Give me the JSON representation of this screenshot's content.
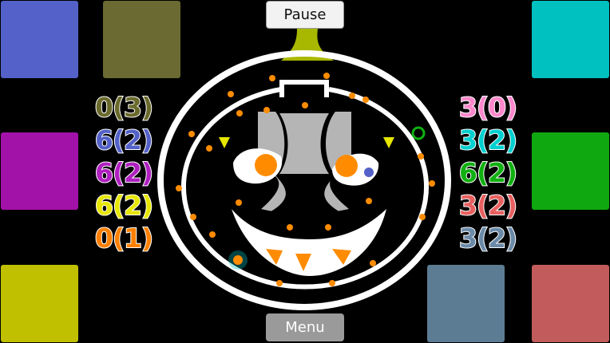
{
  "buttons": {
    "pause_label": "Pause",
    "menu_label": "Menu"
  },
  "pads": {
    "left": [
      {
        "color": "#5361c8"
      },
      {
        "color": "#6a6a32"
      },
      {
        "color": "#a211a8"
      },
      {
        "color": "#c0c000"
      }
    ],
    "right": [
      {
        "color": "#00c0c0"
      },
      {
        "color": "#10a810"
      },
      {
        "color": "#5c7c93"
      },
      {
        "color": "#c25c5c"
      }
    ]
  },
  "scores": {
    "left": [
      {
        "text": "0(3)",
        "color": "#6a6a2c"
      },
      {
        "text": "6(2)",
        "color": "#5361c8"
      },
      {
        "text": "6(2)",
        "color": "#b020c0"
      },
      {
        "text": "6(2)",
        "color": "#e6e600"
      },
      {
        "text": "0(1)",
        "color": "#ff8000"
      }
    ],
    "right": [
      {
        "text": "3(0)",
        "color": "#ff88cc"
      },
      {
        "text": "3(2)",
        "color": "#00d0d0"
      },
      {
        "text": "6(2)",
        "color": "#10b010"
      },
      {
        "text": "3(2)",
        "color": "#e86060"
      },
      {
        "text": "3(2)",
        "color": "#6a8aa8"
      }
    ]
  },
  "board": {
    "pumpkin_color": "#ffffff",
    "stem_color": "#a8b800",
    "eye_color": "#ff8c00",
    "face_color": "#b5b5b5"
  }
}
